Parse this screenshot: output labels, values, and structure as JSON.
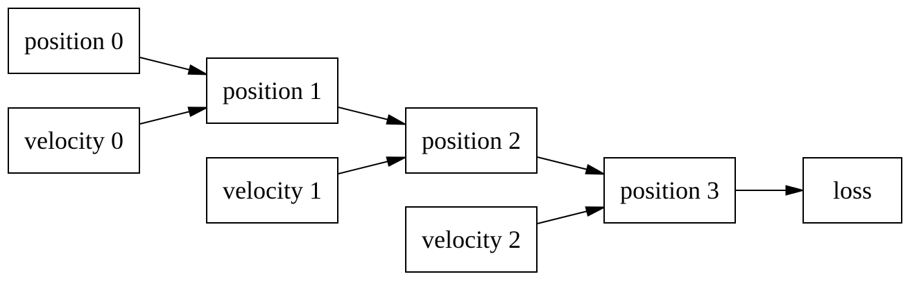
{
  "diagram": {
    "nodes": [
      {
        "id": "position0",
        "label": "position 0"
      },
      {
        "id": "velocity0",
        "label": "velocity 0"
      },
      {
        "id": "position1",
        "label": "position 1"
      },
      {
        "id": "velocity1",
        "label": "velocity 1"
      },
      {
        "id": "position2",
        "label": "position 2"
      },
      {
        "id": "velocity2",
        "label": "velocity 2"
      },
      {
        "id": "position3",
        "label": "position 3"
      },
      {
        "id": "loss",
        "label": "loss"
      }
    ],
    "edges": [
      {
        "from": "position0",
        "to": "position1"
      },
      {
        "from": "velocity0",
        "to": "position1"
      },
      {
        "from": "position1",
        "to": "position2"
      },
      {
        "from": "velocity1",
        "to": "position2"
      },
      {
        "from": "position2",
        "to": "position3"
      },
      {
        "from": "velocity2",
        "to": "position3"
      },
      {
        "from": "position3",
        "to": "loss"
      }
    ]
  }
}
